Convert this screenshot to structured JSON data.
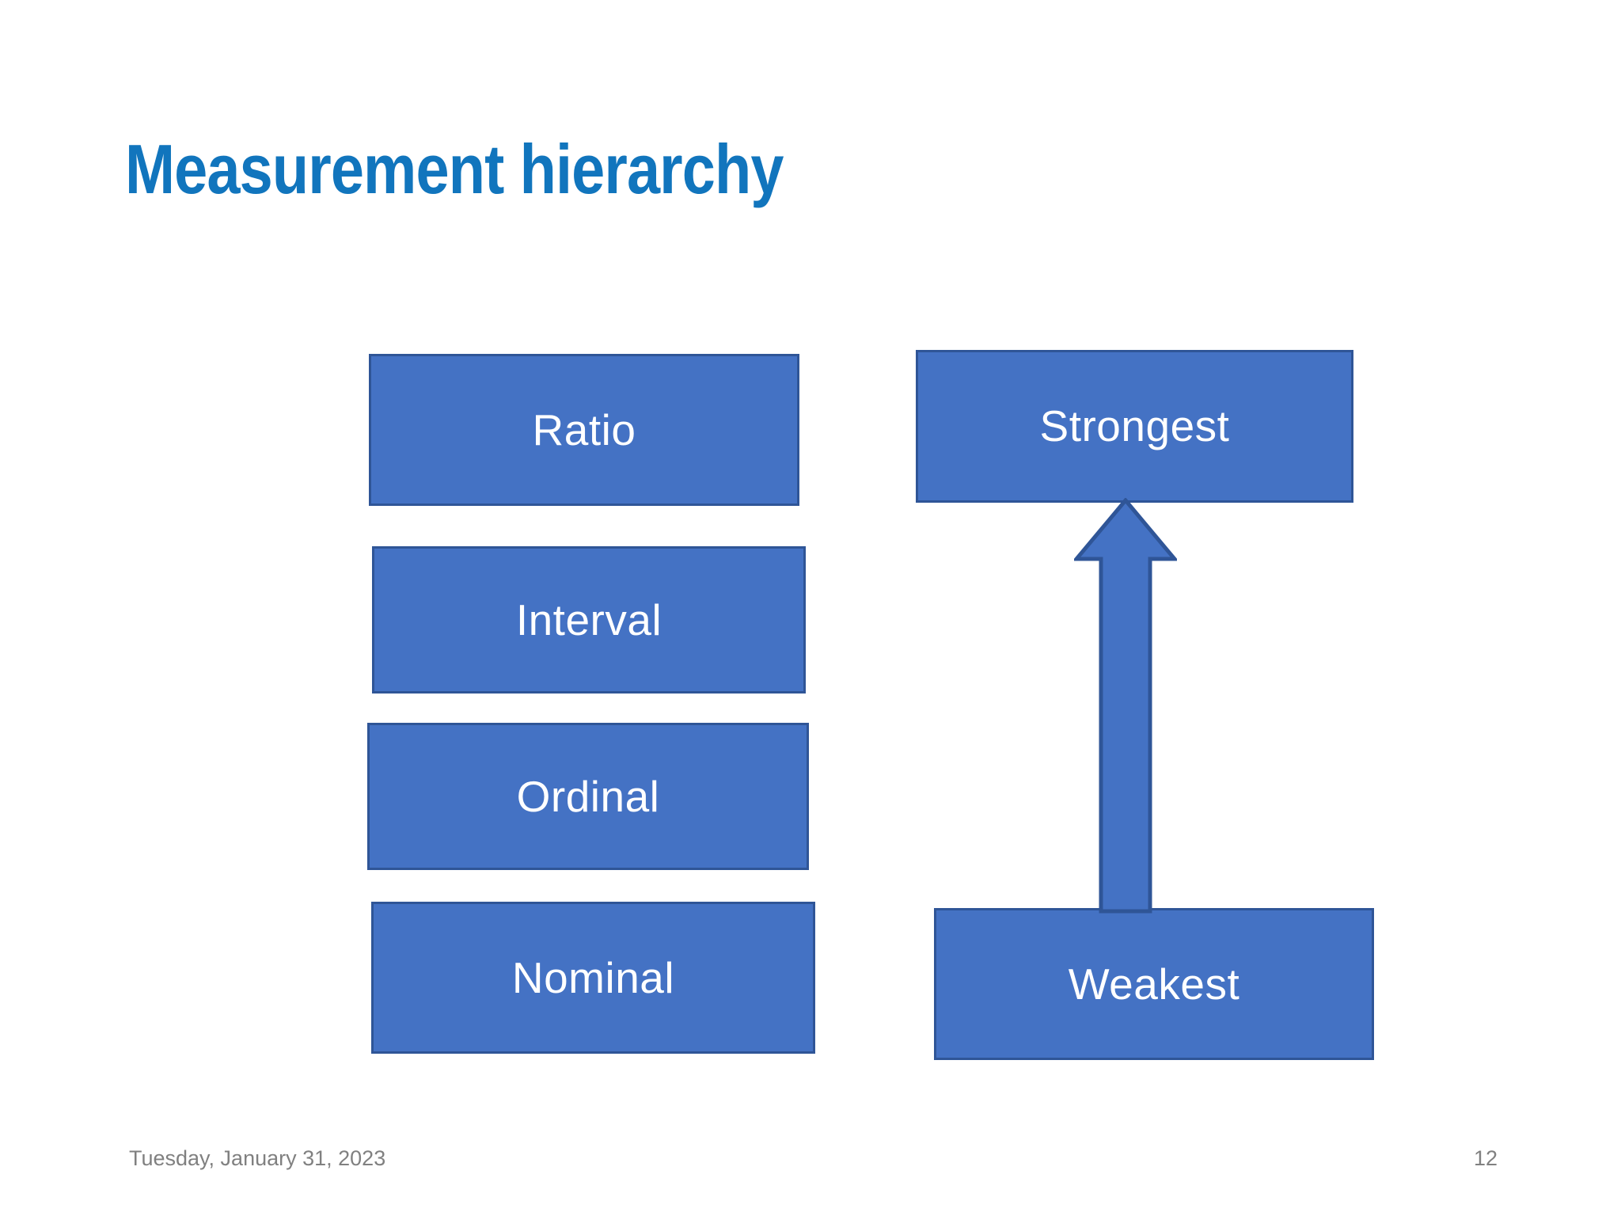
{
  "slide": {
    "title": "Measurement hierarchy",
    "background_color": "#FFFFFF",
    "title_color": "#1175BD"
  },
  "diagram": {
    "box_fill_color": "#4472C4",
    "box_border_color": "#2F5597",
    "box_text_color": "#FFFFFF",
    "scale_levels": [
      {
        "label": "Ratio"
      },
      {
        "label": "Interval"
      },
      {
        "label": "Ordinal"
      },
      {
        "label": "Nominal"
      }
    ],
    "strength_labels": [
      {
        "label": "Strongest"
      },
      {
        "label": "Weakest"
      }
    ],
    "arrow": {
      "name": "up-arrow-icon",
      "direction": "up",
      "from": "Weakest",
      "to": "Strongest",
      "fill_color": "#4472C4",
      "border_color": "#2F5597"
    }
  },
  "footer": {
    "date": "Tuesday, January 31, 2023",
    "page_number": "12"
  }
}
